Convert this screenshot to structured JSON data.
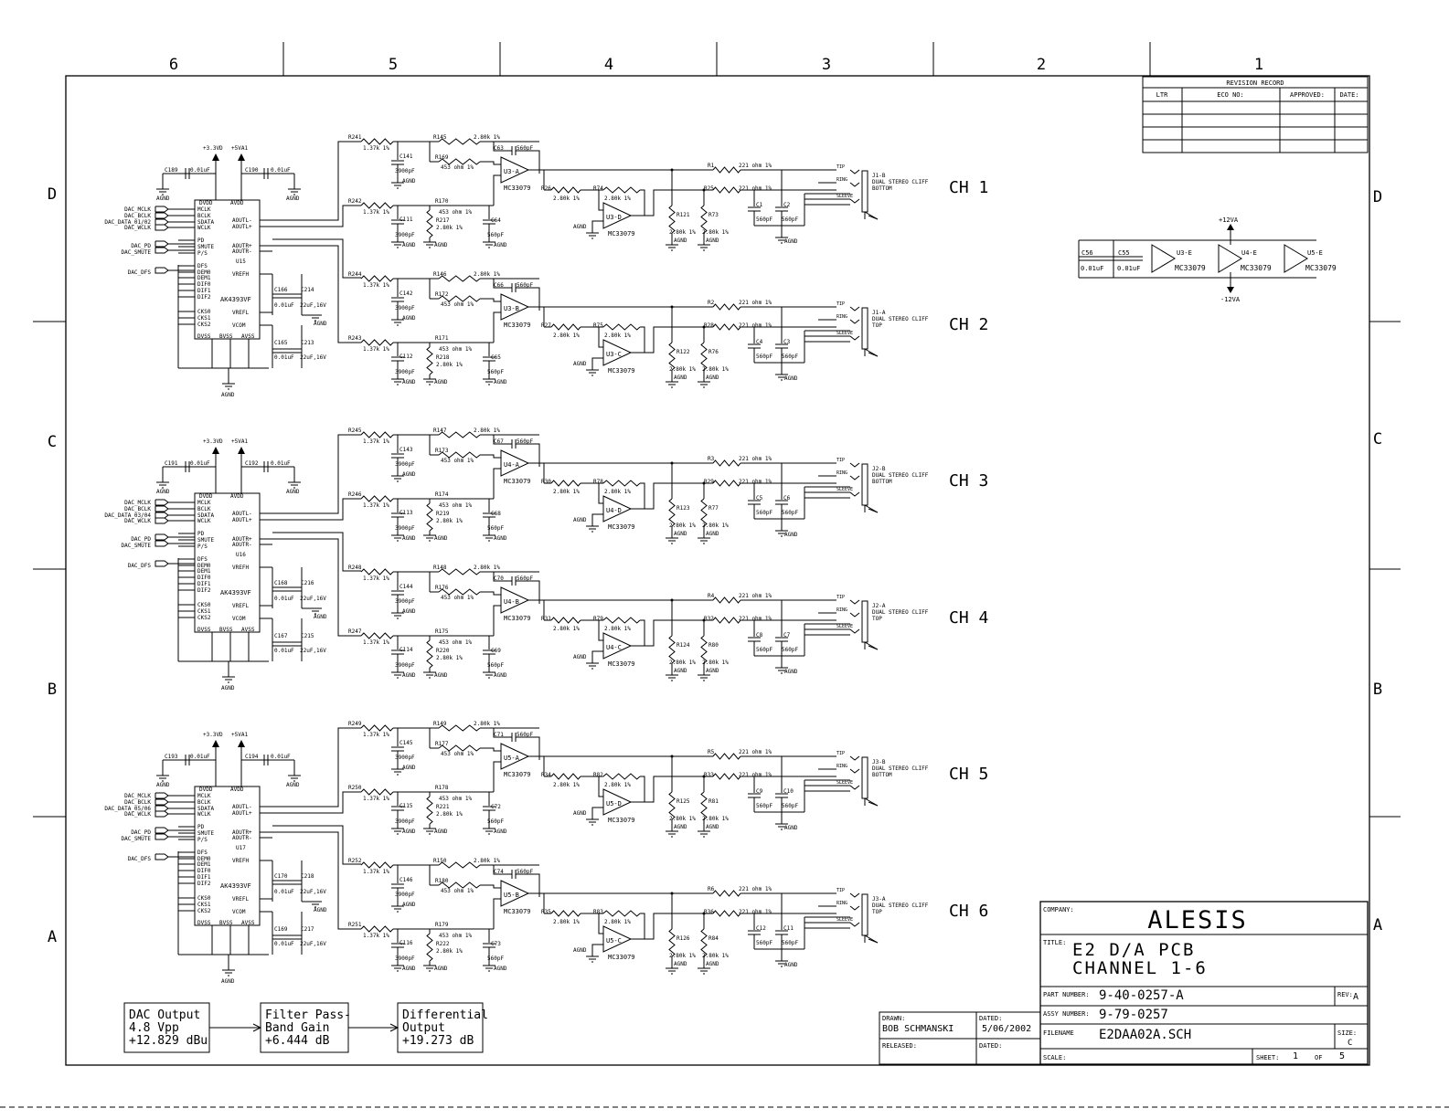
{
  "frame": {
    "columns": [
      "6",
      "5",
      "4",
      "3",
      "2",
      "1"
    ],
    "rows_left": [
      "D",
      "C",
      "B",
      "A"
    ],
    "rows_right": [
      "D",
      "C",
      "B",
      "A"
    ]
  },
  "revision": {
    "title": "REVISION RECORD",
    "headers": [
      "LTR",
      "ECO NO:",
      "APPROVED:",
      "DATE:"
    ]
  },
  "dacs": [
    {
      "ref": "U15",
      "part": "AK4393VF",
      "pwr1": "+3.3VD",
      "pwr2": "+5VA1",
      "cap_a": "C189",
      "cap_a_val": "0.01uF",
      "cap_b": "C190",
      "cap_b_val": "0.01uF",
      "inputs": [
        "DAC_MCLK",
        "DAC_BCLK",
        "DAC_DATA_01/02",
        "DAC_WCLK"
      ],
      "pd": "DAC_PD",
      "smute": "DAC_SMUTE",
      "dfs": "DAC_DFS",
      "c_vrefh": "C166",
      "c_vrefh2": "C214",
      "c_vcom": "C165",
      "c_vcom2": "C213"
    },
    {
      "ref": "U16",
      "part": "AK4393VF",
      "pwr1": "+3.3VD",
      "pwr2": "+5VA1",
      "cap_a": "C191",
      "cap_a_val": "0.01uF",
      "cap_b": "C192",
      "cap_b_val": "0.01uF",
      "inputs": [
        "DAC_MCLK",
        "DAC_BCLK",
        "DAC_DATA_03/04",
        "DAC_WCLK"
      ],
      "pd": "DAC_PD",
      "smute": "DAC_SMUTE",
      "dfs": "DAC_DFS",
      "c_vrefh": "C168",
      "c_vrefh2": "C216",
      "c_vcom": "C167",
      "c_vcom2": "C215"
    },
    {
      "ref": "U17",
      "part": "AK4393VF",
      "pwr1": "+3.3VD",
      "pwr2": "+5VA1",
      "cap_a": "C193",
      "cap_a_val": "0.01uF",
      "cap_b": "C194",
      "cap_b_val": "0.01uF",
      "inputs": [
        "DAC_MCLK",
        "DAC_BCLK",
        "DAC_DATA_05/06",
        "DAC_WCLK"
      ],
      "pd": "DAC_PD",
      "smute": "DAC_SMUTE",
      "dfs": "DAC_DFS",
      "c_vrefh": "C170",
      "c_vrefh2": "C218",
      "c_vcom": "C169",
      "c_vcom2": "C217"
    }
  ],
  "dac_pins": {
    "left": [
      "MCLK",
      "BCLK",
      "SDATA",
      "WCLK",
      "PD",
      "SMUTE",
      "P/S",
      "DFS",
      "DEM0",
      "DEM1",
      "DIF0",
      "DIF1",
      "DIF2",
      "CKS0",
      "CKS1",
      "CKS2"
    ],
    "right": [
      "AOUTL-",
      "AOUTL+",
      "AOUTR-",
      "AOUTR+",
      "VREFH",
      "VREFL",
      "VCOM"
    ],
    "top": [
      "DVDD",
      "AVDD"
    ],
    "bottom": [
      "DVSS",
      "BVSS",
      "AVSS"
    ]
  },
  "channels": [
    {
      "label": "CH 1",
      "r_in": "R241",
      "r_fb": "R145",
      "r_in2": "R169",
      "op": "U3-A",
      "op2": "U3-D",
      "r_out": "R1",
      "r_out2": "R25",
      "r_diff": "R26",
      "r_diff2": "R74",
      "r_ld": "R121",
      "r_ld2": "R73",
      "c1": "C1",
      "c2": "C2",
      "jack": "J1-B",
      "jack_pos": "BOTTOM",
      "c_fb": "C63",
      "c_in": "C141",
      "r_low": "R242",
      "r_low2": "R170",
      "r_low3": "R217",
      "c_low": "C111",
      "c_low2": "C64"
    },
    {
      "label": "CH 2",
      "r_in": "R244",
      "r_fb": "R146",
      "r_in2": "R172",
      "op": "U3-B",
      "op2": "U3-C",
      "r_out": "R2",
      "r_out2": "R28",
      "r_diff": "R27",
      "r_diff2": "R75",
      "r_ld": "R122",
      "r_ld2": "R76",
      "c1": "C4",
      "c2": "C3",
      "jack": "J1-A",
      "jack_pos": "TOP",
      "c_fb": "C66",
      "c_in": "C142",
      "r_low": "R243",
      "r_low2": "R171",
      "r_low3": "R218",
      "c_low": "C112",
      "c_low2": "C65"
    },
    {
      "label": "CH 3",
      "r_in": "R245",
      "r_fb": "R147",
      "r_in2": "R173",
      "op": "U4-A",
      "op2": "U4-D",
      "r_out": "R3",
      "r_out2": "R29",
      "r_diff": "R30",
      "r_diff2": "R78",
      "r_ld": "R123",
      "r_ld2": "R77",
      "c1": "C5",
      "c2": "C6",
      "jack": "J2-B",
      "jack_pos": "BOTTOM",
      "c_fb": "C67",
      "c_in": "C143",
      "r_low": "R246",
      "r_low2": "R174",
      "r_low3": "R219",
      "c_low": "C113",
      "c_low2": "C68"
    },
    {
      "label": "CH 4",
      "r_in": "R248",
      "r_fb": "R148",
      "r_in2": "R176",
      "op": "U4-B",
      "op2": "U4-C",
      "r_out": "R4",
      "r_out2": "R32",
      "r_diff": "R31",
      "r_diff2": "R79",
      "r_ld": "R124",
      "r_ld2": "R80",
      "c1": "C8",
      "c2": "C7",
      "jack": "J2-A",
      "jack_pos": "TOP",
      "c_fb": "C70",
      "c_in": "C144",
      "r_low": "R247",
      "r_low2": "R175",
      "r_low3": "R220",
      "c_low": "C114",
      "c_low2": "C69"
    },
    {
      "label": "CH 5",
      "r_in": "R249",
      "r_fb": "R149",
      "r_in2": "R177",
      "op": "U5-A",
      "op2": "U5-D",
      "r_out": "R5",
      "r_out2": "R33",
      "r_diff": "R34",
      "r_diff2": "R82",
      "r_ld": "R125",
      "r_ld2": "R81",
      "c1": "C9",
      "c2": "C10",
      "jack": "J3-B",
      "jack_pos": "BOTTOM",
      "c_fb": "C71",
      "c_in": "C145",
      "r_low": "R250",
      "r_low2": "R178",
      "r_low3": "R221",
      "c_low": "C115",
      "c_low2": "C72"
    },
    {
      "label": "CH 6",
      "r_in": "R252",
      "r_fb": "R150",
      "r_in2": "R180",
      "op": "U5-B",
      "op2": "U5-C",
      "r_out": "R6",
      "r_out2": "R36",
      "r_diff": "R35",
      "r_diff2": "R83",
      "r_ld": "R126",
      "r_ld2": "R84",
      "c1": "C12",
      "c2": "C11",
      "jack": "J3-A",
      "jack_pos": "TOP",
      "c_fb": "C74",
      "c_in": "C146",
      "r_low": "R251",
      "r_low2": "R179",
      "r_low3": "R222",
      "c_low": "C116",
      "c_low2": "C73"
    }
  ],
  "values": {
    "r_in": "1.37k 1%",
    "r_fb": "2.80k 1%",
    "r_453": "453 ohm 1%",
    "r_221": "221 ohm 1%",
    "r_280": "2.80k 1%",
    "c_560": "560pF",
    "c_3900": "3900pF",
    "opamp": "MC33079",
    "agnd": "AGND",
    "jack_desc": "DUAL STEREO CLIFF",
    "c_001": "0.01uF",
    "c_22": "22uF,16V",
    "tip": "TIP",
    "ring": "RING",
    "sleeve": "SLEEVE"
  },
  "power_section": {
    "c_a": "C56",
    "c_b": "C55",
    "c_val": "0.01uF",
    "pos": "+12VA",
    "neg": "-12VA",
    "units": [
      "U3-E",
      "U4-E",
      "U5-E"
    ],
    "part": "MC33079"
  },
  "flow": [
    {
      "lines": [
        "DAC Output",
        "4.8 Vpp",
        "+12.829 dBu"
      ]
    },
    {
      "lines": [
        "Filter Pass-",
        "Band Gain",
        "+6.444 dB"
      ]
    },
    {
      "lines": [
        "Differential",
        "Output",
        "+19.273 dB"
      ]
    }
  ],
  "title_block": {
    "company_label": "COMPANY:",
    "company": "ALESIS",
    "title_label": "TITLE:",
    "title1": "E2 D/A PCB",
    "title2": "CHANNEL 1-6",
    "part_label": "PART NUMBER:",
    "part": "9-40-0257-A",
    "rev_label": "REV:",
    "rev": "A",
    "assy_label": "ASSY NUMBER:",
    "assy": "9-79-0257",
    "file_label": "FILENAME",
    "file": "E2DAA02A.SCH",
    "size_label": "SIZE:",
    "size": "C",
    "scale_label": "SCALE:",
    "sheet_label": "SHEET:",
    "sheet": "1",
    "of_label": "OF",
    "of": "5",
    "drawn_label": "DRAWN:",
    "drawn": "BOB SCHMANSKI",
    "dated_label": "DATED:",
    "dated": "5/06/2002",
    "released_label": "RELEASED:",
    "dated2_label": "DATED:"
  }
}
